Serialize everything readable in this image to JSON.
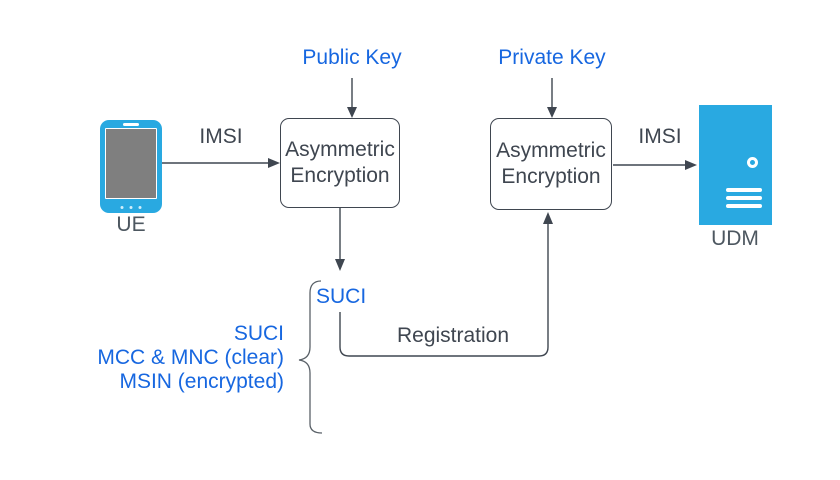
{
  "diagram": {
    "topic": "5G SUCI concealment flow",
    "labels": {
      "public_key": "Public Key",
      "private_key": "Private Key",
      "imsi_left": "IMSI",
      "imsi_right": "IMSI",
      "suci": "SUCI",
      "registration": "Registration"
    },
    "nodes": {
      "ue": {
        "label": "UE",
        "type": "mobile-device"
      },
      "encryption_left": {
        "label": "Asymmetric Encryption"
      },
      "encryption_right": {
        "label": "Asymmetric Encryption"
      },
      "udm": {
        "label": "UDM",
        "type": "server"
      }
    },
    "annotation": {
      "lines": [
        "SUCI",
        "MCC & MNC (clear)",
        "MSIN (encrypted)"
      ]
    },
    "colors": {
      "blue_text": "#1767E0",
      "device_blue": "#29A9E1",
      "dark_stroke": "#3F4650",
      "screen_gray": "#7F7F7F",
      "node_label_gray": "#4D5760"
    }
  }
}
